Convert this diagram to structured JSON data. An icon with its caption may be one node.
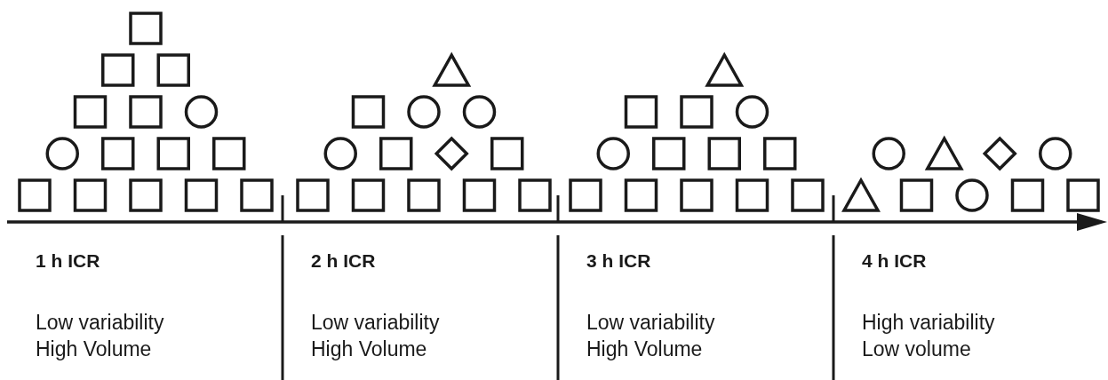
{
  "diagram": {
    "labels": [
      "1 h ICR",
      "Low variability",
      "High Volume",
      "2 h ICR",
      "Low variability",
      "High Volume",
      "3 h ICR",
      "Low variability",
      "High Volume",
      "4 h ICR",
      "High variability",
      "Low volume"
    ]
  }
}
